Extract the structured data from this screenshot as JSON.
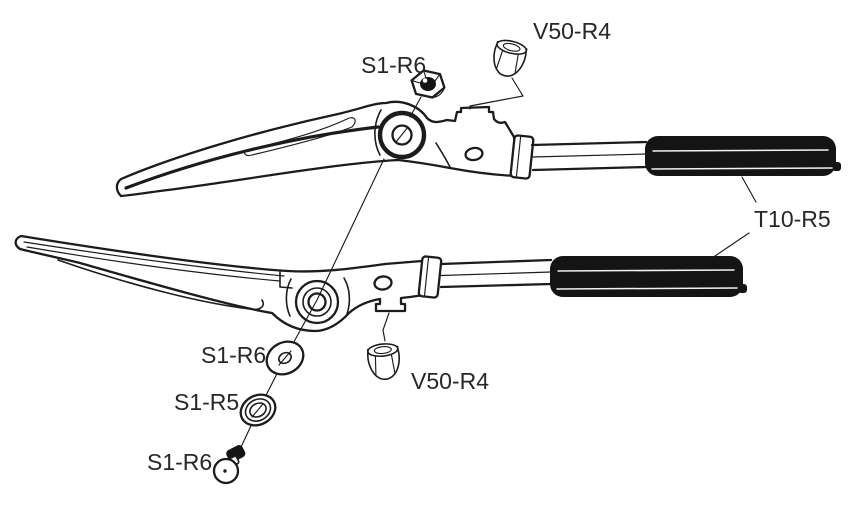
{
  "diagram": {
    "background": "#ffffff",
    "line_color": "#1c1c1c",
    "grip_color": "#141414",
    "text_color": "#272727"
  },
  "parts": [
    {
      "id": "locknut-upper",
      "label": "S1-R6"
    },
    {
      "id": "bumper-upper",
      "label": "V50-R4"
    },
    {
      "id": "handle-grip",
      "label": "T10-R5"
    },
    {
      "id": "flat-washer",
      "label": "S1-R6"
    },
    {
      "id": "cup-washer",
      "label": "S1-R5"
    },
    {
      "id": "pivot-bolt",
      "label": "S1-R6"
    },
    {
      "id": "bumper-lower",
      "label": "V50-R4"
    }
  ]
}
